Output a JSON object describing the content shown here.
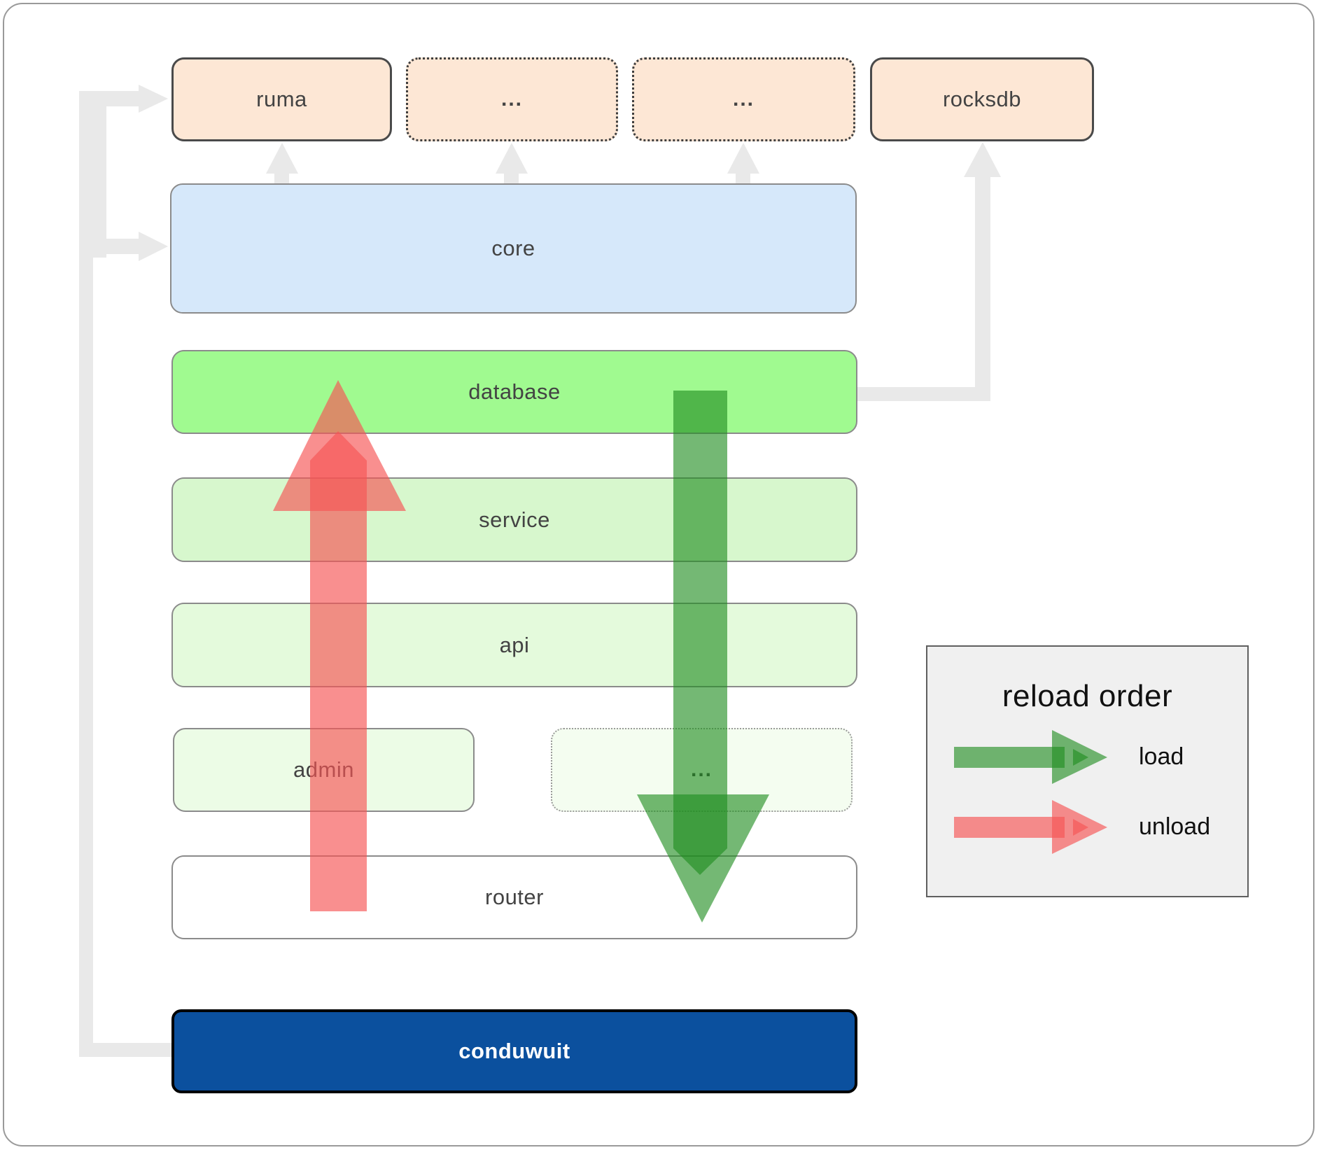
{
  "nodes": {
    "ruma": "ruma",
    "dep_more_1": "...",
    "dep_more_2": "...",
    "rocksdb": "rocksdb",
    "core": "core",
    "database": "database",
    "service": "service",
    "api": "api",
    "admin": "admin",
    "service_more": "...",
    "router": "router",
    "conduwuit": "conduwuit"
  },
  "legend": {
    "title": "reload order",
    "load_label": "load",
    "unload_label": "unload"
  },
  "colors": {
    "load_arrow": "#1e8c1e",
    "unload_arrow": "#f65555",
    "connector": "#e9e9e9",
    "peach_node": "#fde7d5",
    "core_node": "#d6e8fa",
    "database_node": "#a0fa90",
    "service_node": "#d7f7cd",
    "api_node": "#e4fadc",
    "admin_node": "#ecfce6",
    "router_node": "#ffffff",
    "conduwuit_node": "#0b509e",
    "legend_bg": "#f0f0f0"
  }
}
